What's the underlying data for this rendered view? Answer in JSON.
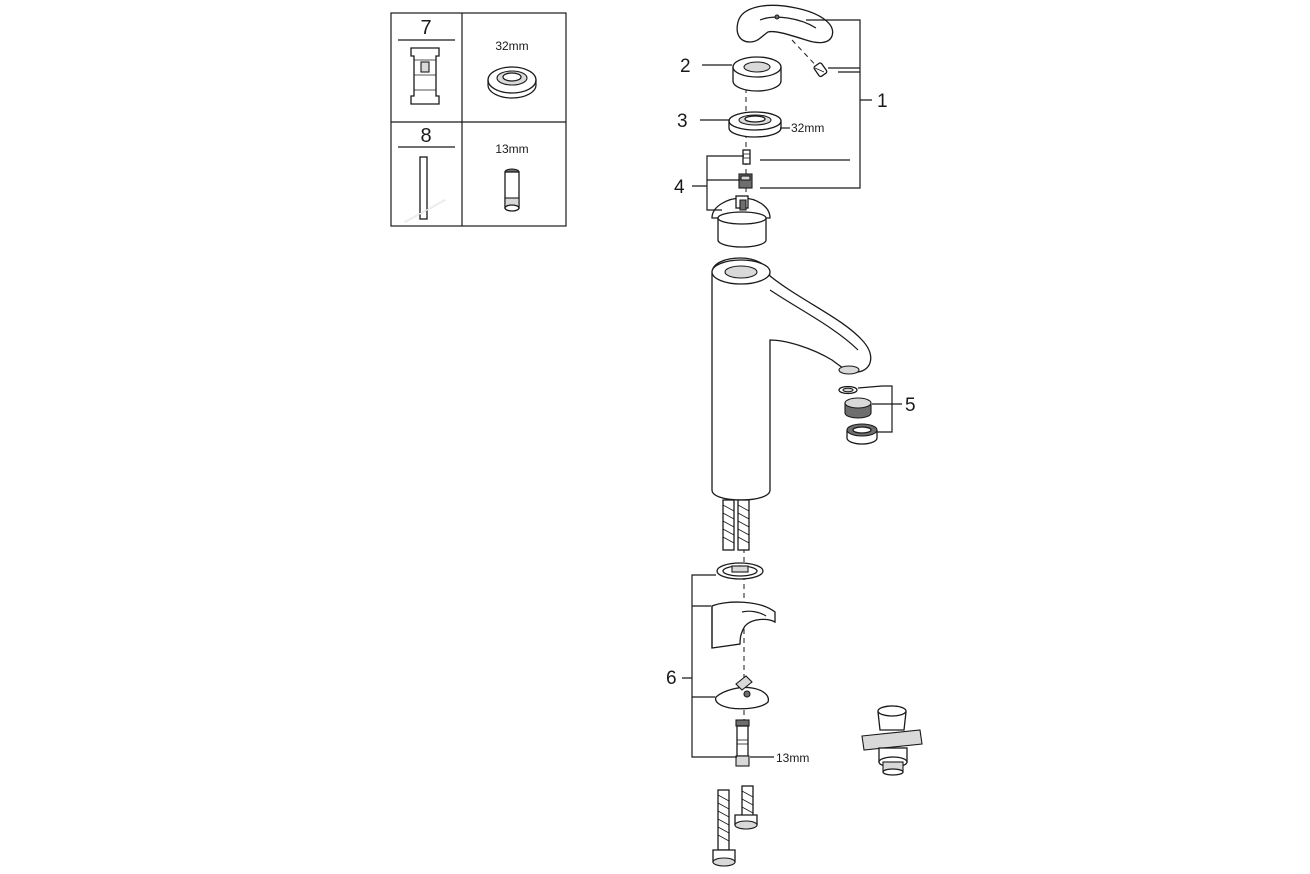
{
  "tool_box": {
    "rows": [
      {
        "number": "7",
        "size": "32mm"
      },
      {
        "number": "8",
        "size": "13mm"
      }
    ]
  },
  "callouts": {
    "c1": "1",
    "c2": "2",
    "c3": "3",
    "c4": "4",
    "c5": "5",
    "c6": "6"
  },
  "dimensions": {
    "nut_size": "32mm",
    "stud_size": "13mm"
  }
}
